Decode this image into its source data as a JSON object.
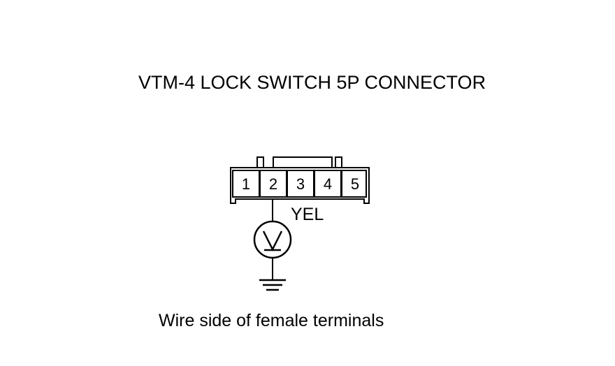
{
  "title": "VTM-4 LOCK SWITCH 5P CONNECTOR",
  "connector": {
    "pins": [
      "1",
      "2",
      "3",
      "4",
      "5"
    ],
    "probed_pin": "2"
  },
  "wire": {
    "color_label": "YEL"
  },
  "meter": {
    "symbol": "V"
  },
  "caption": "Wire side of female terminals",
  "colors": {
    "background": "#ffffff",
    "ink": "#000000"
  }
}
